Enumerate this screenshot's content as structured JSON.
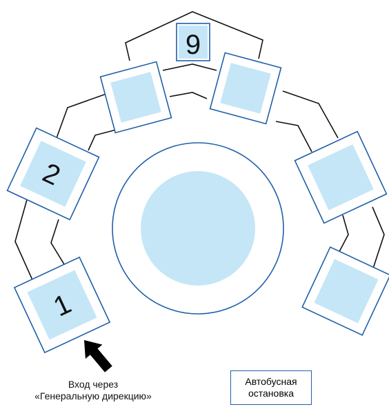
{
  "buildings": [
    {
      "id": "1",
      "label": "1"
    },
    {
      "id": "2",
      "label": "2"
    },
    {
      "id": "3",
      "label": ""
    },
    {
      "id": "9",
      "label": "9"
    },
    {
      "id": "4",
      "label": ""
    },
    {
      "id": "5",
      "label": ""
    },
    {
      "id": "6",
      "label": ""
    }
  ],
  "entrance": {
    "line1": "Вход через",
    "line2": "«Генеральную дирекцию»"
  },
  "bus_stop": {
    "line1": "Автобусная",
    "line2": "остановка"
  },
  "colors": {
    "building_fill": "#c5e6f7",
    "building_border": "#1f5fa8",
    "passage": "#111111",
    "arrow": "#000000"
  }
}
